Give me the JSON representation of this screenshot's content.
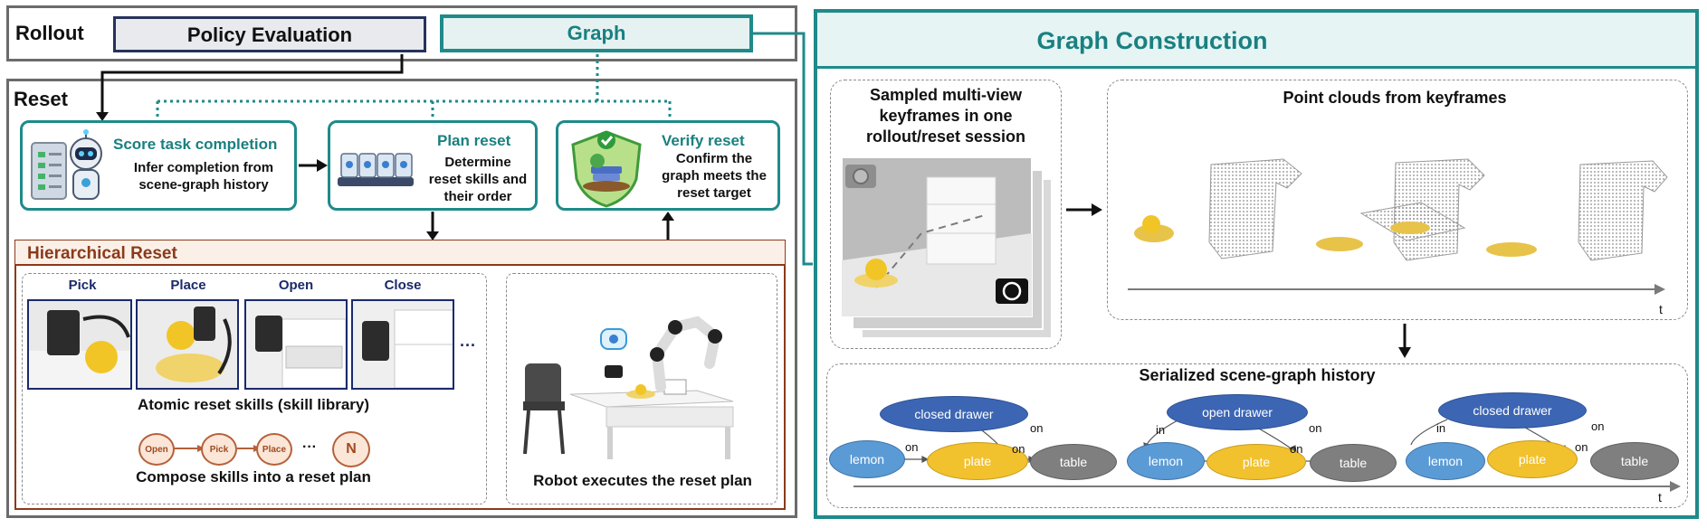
{
  "top": {
    "rollout_label": "Rollout",
    "policy_eval_label": "Policy Evaluation",
    "graph_label": "Graph"
  },
  "reset": {
    "title": "Reset",
    "steps": [
      {
        "title": "Score task completion",
        "body": "Infer completion from\nscene-graph history"
      },
      {
        "title": "Plan reset",
        "body": "Determine\nreset skills and\ntheir order"
      },
      {
        "title": "Verify reset",
        "body": "Confirm the\ngraph meets the\nreset target"
      }
    ]
  },
  "hierarchical": {
    "title": "Hierarchical Reset",
    "skills": [
      "Pick",
      "Place",
      "Open",
      "Close"
    ],
    "ellipsis": "···",
    "library_caption": "Atomic reset skills (skill library)",
    "plan_nodes": [
      "Open",
      "Pick",
      "Place"
    ],
    "plan_dots": "···",
    "plan_last": "N",
    "compose_caption": "Compose skills into a reset plan",
    "robot_caption": "Robot executes the reset plan"
  },
  "graph_construction": {
    "title": "Graph Construction",
    "keyframes_caption": "Sampled multi-view\nkeyframes in one\nrollout/reset session",
    "pointcloud_caption": "Point clouds from keyframes",
    "time_label": "t",
    "serialized_caption": "Serialized scene-graph history",
    "time_label_2": "t",
    "graphs": [
      {
        "drawer": "closed drawer",
        "lemon": "lemon",
        "plate": "plate",
        "table": "table",
        "e1": "on",
        "e2": "on",
        "e3": "on"
      },
      {
        "drawer": "open drawer",
        "lemon": "lemon",
        "plate": "plate",
        "table": "table",
        "e0": "in",
        "e2": "on",
        "e3": "on"
      },
      {
        "drawer": "closed drawer",
        "lemon": "lemon",
        "plate": "plate",
        "table": "table",
        "e0": "in",
        "e2": "on",
        "e3": "on"
      }
    ]
  },
  "colors": {
    "teal": "#1a8080",
    "brown": "#8b3a1a",
    "navy": "#1a2a6b",
    "grey_border": "#6b6b6b"
  }
}
